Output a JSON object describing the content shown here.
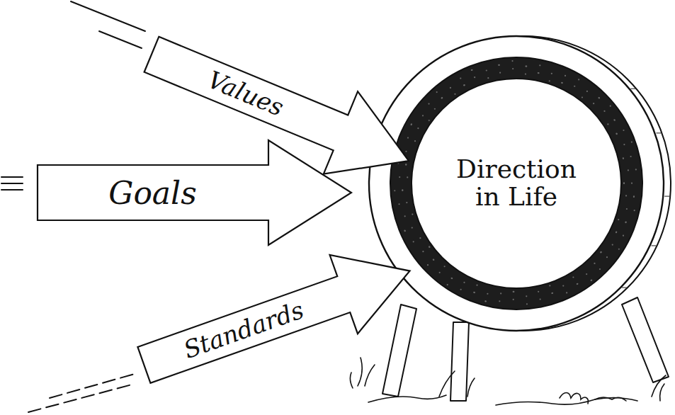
{
  "diagram": {
    "nodes": [
      {
        "text": [
          "Values"
        ]
      },
      {
        "text": [
          "Goals"
        ]
      },
      {
        "text": [
          "Standards"
        ]
      },
      {
        "text": [
          "Direction in Life"
        ]
      }
    ]
  }
}
